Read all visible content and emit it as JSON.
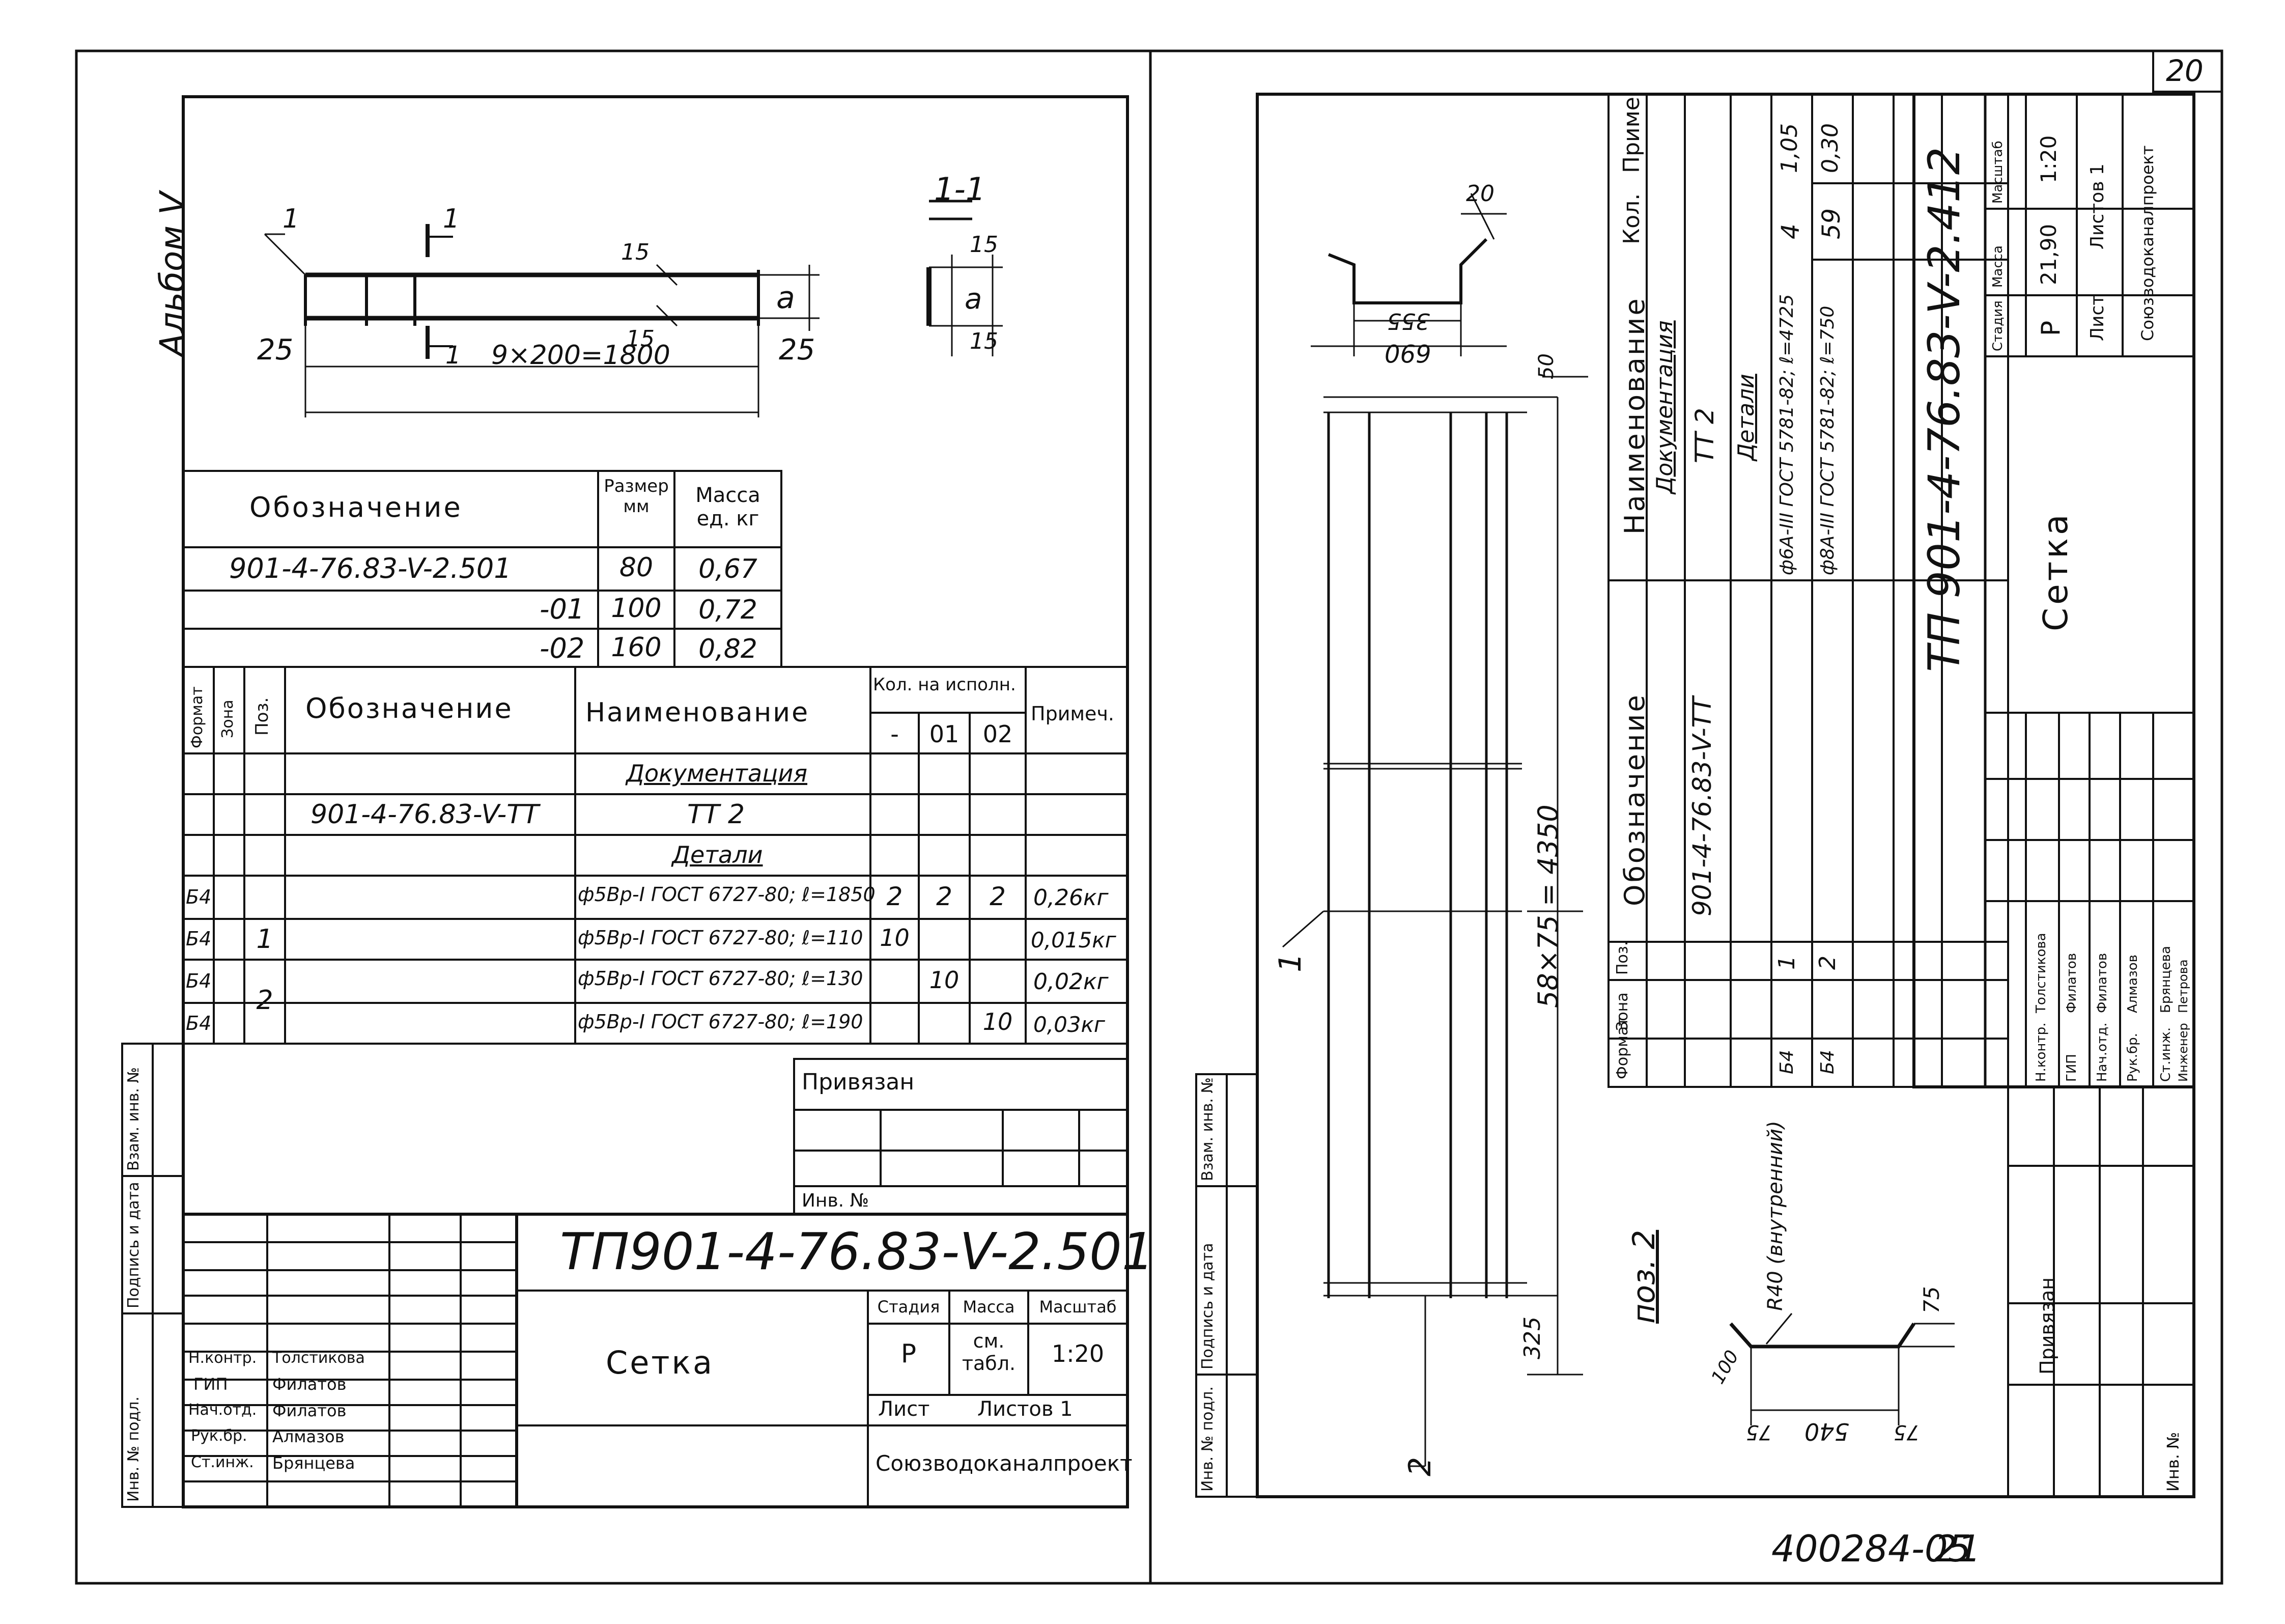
{
  "sheet_number": "20",
  "footer_inventory": "400284-05",
  "footer_page": "21",
  "left": {
    "album": "Альбом V",
    "drawing": {
      "dim_25_left": "25",
      "dim_25_right": "25",
      "dim_span": "9×200=1800",
      "dim_15_top": "15",
      "dim_15_bottom": "15",
      "dim_a": "a",
      "mark_1": "1",
      "cut_label": "1",
      "section_title": "1-1",
      "section_15_top": "15",
      "section_15_bottom": "15",
      "section_a": "a"
    },
    "size_table": {
      "headers": [
        "Обозначение",
        "Размер мм",
        "Масса ед. кг"
      ],
      "rows": [
        [
          "901-4-76.83-V-2.501",
          "80",
          "0,67"
        ],
        [
          "-01",
          "100",
          "0,72"
        ],
        [
          "-02",
          "160",
          "0,82"
        ]
      ]
    },
    "spec": {
      "headers": {
        "format": "Формат",
        "zone": "Зона",
        "pos": "Поз.",
        "designation": "Обозначение",
        "name": "Наименование",
        "qty": "Кол. на исполн.",
        "qty_cols": [
          "-",
          "01",
          "02"
        ],
        "note": "Примеч."
      },
      "rows": [
        {
          "format": "",
          "pos": "",
          "designation": "",
          "name": "Документация",
          "q0": "",
          "q1": "",
          "q2": "",
          "note": ""
        },
        {
          "format": "",
          "pos": "",
          "designation": "901-4-76.83-V-ТТ",
          "name": "ТТ 2",
          "q0": "",
          "q1": "",
          "q2": "",
          "note": ""
        },
        {
          "format": "",
          "pos": "",
          "designation": "",
          "name": "Детали",
          "q0": "",
          "q1": "",
          "q2": "",
          "note": ""
        },
        {
          "format": "Б4",
          "pos": "",
          "designation": "",
          "name": "ф5Вр-I ГОСТ 6727-80; ℓ=1850",
          "q0": "2",
          "q1": "2",
          "q2": "2",
          "note": "0,26кг"
        },
        {
          "format": "Б4",
          "pos": "1",
          "designation": "",
          "name": "ф5Вр-I ГОСТ 6727-80; ℓ=110",
          "q0": "10",
          "q1": "",
          "q2": "",
          "note": "0,015кг"
        },
        {
          "format": "Б4",
          "pos": "",
          "designation": "",
          "name": "ф5Вр-I ГОСТ 6727-80; ℓ=130",
          "q0": "",
          "q1": "10",
          "q2": "",
          "note": "0,02кг"
        },
        {
          "format": "Б4",
          "pos": "2",
          "designation": "",
          "name": "ф5Вр-I ГОСТ 6727-80; ℓ=190",
          "q0": "",
          "q1": "",
          "q2": "10",
          "note": "0,03кг"
        }
      ]
    },
    "privyazan": "Привязан",
    "inv_no": "Инв. №",
    "side_labels": [
      "Инв. № подл.",
      "Подпись и дата",
      "Взам. инв. №"
    ],
    "title_block": {
      "code": "ТП901-4-76.83-V-2.501",
      "name": "Сетка",
      "headers": [
        "Стадия",
        "Масса",
        "Масштаб"
      ],
      "values": [
        "Р",
        "см. табл.",
        "1:20"
      ],
      "sheet": "Лист",
      "sheets": "Листов 1",
      "org": "Союзводоканалпроект",
      "people": [
        [
          "Н.контр.",
          "Толстикова"
        ],
        [
          "ГИП",
          "Филатов"
        ],
        [
          "Нач.отд.",
          "Филатов"
        ],
        [
          "Рук.бр.",
          "Алмазов"
        ],
        [
          "Ст.инж.",
          "Брянцева"
        ]
      ]
    }
  },
  "right": {
    "detail": {
      "dim_690": "690",
      "dim_355": "355",
      "dim_20": "20",
      "dim_50": "50",
      "dim_main": "58×75 = 4350",
      "dim_325": "325",
      "mark_1": "1",
      "mark_2": "2",
      "pos2_title": "поз. 2",
      "pos2_radius": "R40 (внутренний)",
      "pos2_75": "75",
      "pos2_100": "100",
      "pos2_540": "540",
      "pos2_75a": "75",
      "pos2_75b": "75"
    },
    "spec": {
      "headers": [
        "Формат",
        "Зона",
        "Поз.",
        "Обозначение",
        "Наименование",
        "Кол.",
        "Приме"
      ],
      "rows": [
        {
          "format": "",
          "pos": "",
          "designation": "",
          "name": "Документация",
          "qty": "",
          "note": ""
        },
        {
          "format": "",
          "pos": "",
          "designation": "901-4-76.83-V-ТТ",
          "name": "ТТ 2",
          "qty": "",
          "note": ""
        },
        {
          "format": "",
          "pos": "",
          "designation": "",
          "name": "Детали",
          "qty": "",
          "note": ""
        },
        {
          "format": "Б4",
          "pos": "1",
          "designation": "",
          "name": "ф6А-III ГОСТ 5781-82; ℓ=4725",
          "qty": "4",
          "note": "1,05"
        },
        {
          "format": "Б4",
          "pos": "2",
          "designation": "",
          "name": "ф8А-III ГОСТ 5781-82; ℓ=750",
          "qty": "59",
          "note": "0,30"
        }
      ]
    },
    "title_block": {
      "code": "ТП 901-4-76.83-V-2.412",
      "name": "Сетка",
      "headers": [
        "Стадия",
        "Масса",
        "Масштаб"
      ],
      "values": [
        "Р",
        "21,90",
        "1:20"
      ],
      "sheet": "Лист",
      "sheets": "Листов 1",
      "org": "Союзводоканалпроект",
      "people": [
        [
          "Н.контр.",
          "Толстикова"
        ],
        [
          "ГИП",
          "Филатов"
        ],
        [
          "Нач.отд.",
          "Филатов"
        ],
        [
          "Рук.бр.",
          "Алмазов"
        ],
        [
          "Ст.инж.",
          "Брянцева"
        ],
        [
          "Инженер",
          "Петрова"
        ]
      ]
    },
    "privyazan": "Привязан",
    "inv_no": "Инв. №",
    "side_labels": [
      "Инв. № подл.",
      "Подпись и дата",
      "Взам. инв. №"
    ]
  }
}
